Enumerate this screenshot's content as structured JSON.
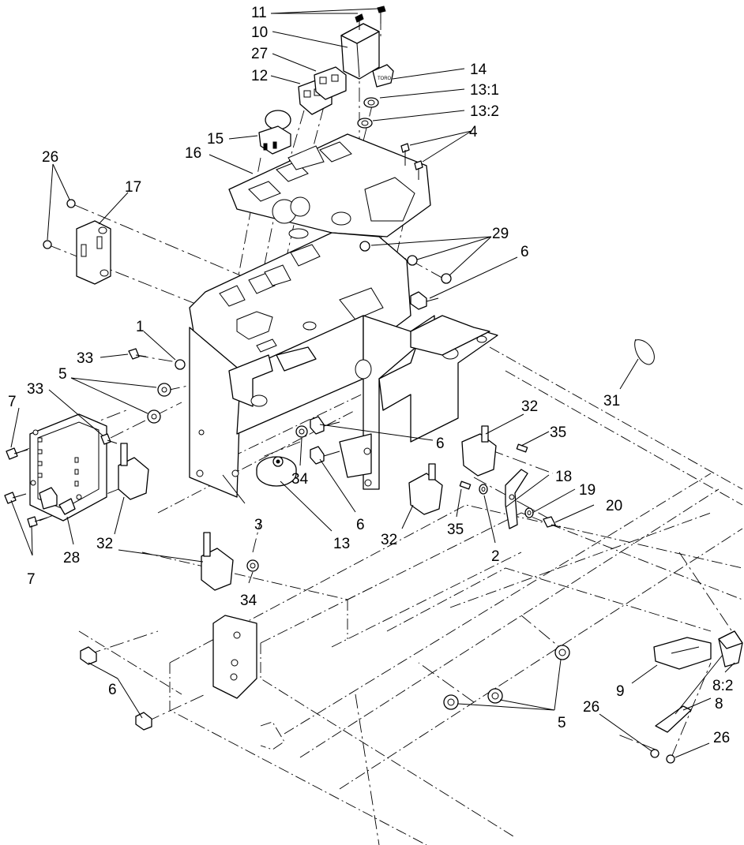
{
  "callouts": {
    "c11": "11",
    "c10": "10",
    "c27": "27",
    "c12": "12",
    "c14": "14",
    "c13_1": "13:1",
    "c13_2": "13:2",
    "c15": "15",
    "c16": "16",
    "c4": "4",
    "c26a": "26",
    "c17": "17",
    "c29": "29",
    "c6a": "6",
    "c1": "1",
    "c33a": "33",
    "c5a": "5",
    "c33b": "33",
    "c7a": "7",
    "c31": "31",
    "c32a": "32",
    "c35a": "35",
    "c6b": "6",
    "c18": "18",
    "c19": "19",
    "c20": "20",
    "c34a": "34",
    "c6c": "6",
    "c7b": "7",
    "c28": "28",
    "c32b": "32",
    "c3": "3",
    "c13": "13",
    "c32c": "32",
    "c35b": "35",
    "c2": "2",
    "c34b": "34",
    "c6d": "6",
    "c9": "9",
    "c8_2": "8:2",
    "c26b": "26",
    "c8": "8",
    "c5b": "5",
    "c26c": "26"
  },
  "brand_tag": "TORO"
}
